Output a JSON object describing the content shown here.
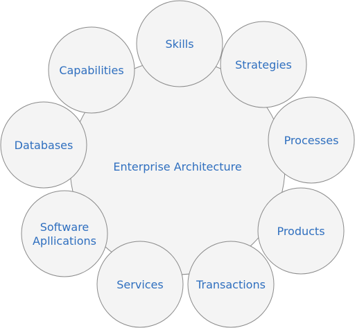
{
  "center": {
    "label": "Enterprise Architecture"
  },
  "nodes": [
    {
      "lines": [
        "Skills"
      ]
    },
    {
      "lines": [
        "Strategies"
      ]
    },
    {
      "lines": [
        "Processes"
      ]
    },
    {
      "lines": [
        "Products"
      ]
    },
    {
      "lines": [
        "Transactions"
      ]
    },
    {
      "lines": [
        "Services"
      ]
    },
    {
      "lines": [
        "Software",
        "Apllications"
      ]
    },
    {
      "lines": [
        "Databases"
      ]
    },
    {
      "lines": [
        "Capabilities"
      ]
    }
  ],
  "colors": {
    "label": "#2f6fbf",
    "fill": "#f4f4f4",
    "stroke": "#8a8a8a"
  }
}
